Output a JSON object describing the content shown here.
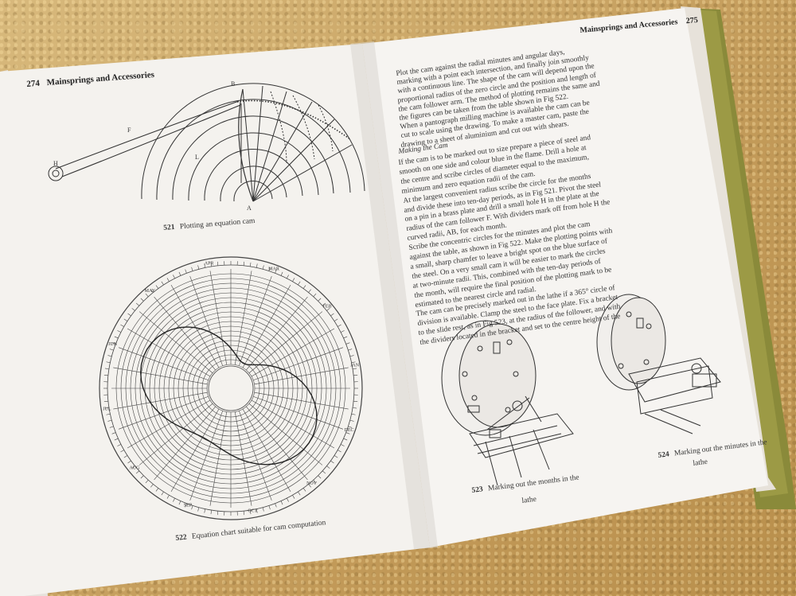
{
  "left_page": {
    "header_number": "274",
    "header_title": "Mainsprings and Accessories",
    "fig521_caption_num": "521",
    "fig521_caption_text": "Plotting an equation cam",
    "fig521_labels": {
      "h": "H",
      "f": "F",
      "l": "L",
      "a": "A",
      "b": "B"
    },
    "fig522_caption_num": "522",
    "fig522_caption_text": "Equation chart suitable for cam computation",
    "fig522_month_labels": [
      "APR",
      "MAR",
      "FEB",
      "JAN",
      "DEC",
      "NOV",
      "OCT",
      "SEP",
      "AUG",
      "JUL",
      "JUN",
      "MAY"
    ]
  },
  "right_page": {
    "header_title": "Mainsprings and Accessories",
    "header_number": "275",
    "body_lines": [
      "Plot the cam against the radial minutes and angular days,",
      "marking with a point each intersection, and finally join smoothly",
      "with a continuous line. The shape of the cam will depend upon the",
      "proportional radius of the zero circle and the position and length of",
      "the cam follower arm. The method of plotting remains the same and",
      "the figures can be taken from the table shown in Fig 522.",
      "When a pantograph milling machine is available the cam can be",
      "cut to scale using the drawing. To make a master cam, paste the",
      "drawing to a sheet of aluminium and cut out with shears."
    ],
    "subheading": "Making the Cam",
    "body2_lines": [
      "If the cam is to be marked out to size prepare a piece of steel and",
      "smooth on one side and colour blue in the flame. Drill a hole at",
      "the centre and scribe circles of diameter equal to the maximum,",
      "minimum and zero equation radii of the cam.",
      "At the largest convenient radius scribe the circle for the months",
      "and divide these into ten-day periods, as in Fig 521. Pivot the steel",
      "on a pin in a brass plate and drill a small hole H in the plate at the",
      "radius of the cam follower F. With dividers mark off from hole H the",
      "curved radii, AB, for each month.",
      "Scribe the concentric circles for the minutes and plot the cam",
      "against the table, as shown in Fig 522. Make the plotting points with",
      "a small, sharp chamfer to leave a bright spot on the blue surface of",
      "the steel. On a very small cam it will be easier to mark the circles",
      "at two-minute radii. This, combined with the ten-day periods of",
      "the month, will require the final position of the plotting mark to be",
      "estimated to the nearest circle and radial.",
      "The cam can be precisely marked out in the lathe if a 365° circle of",
      "division is available. Clamp the steel to the face plate. Fix a bracket",
      "to the slide rest, as in Fig 523, at the radius of the follower, and with",
      "the dividers located in the bracket and set to the centre height of the"
    ],
    "fig523_caption_num": "523",
    "fig523_caption_text_1": "Marking out the months in the",
    "fig523_caption_text_2": "lathe",
    "fig524_caption_num": "524",
    "fig524_caption_text_1": "Marking out the minutes in the",
    "fig524_caption_text_2": "lathe"
  }
}
